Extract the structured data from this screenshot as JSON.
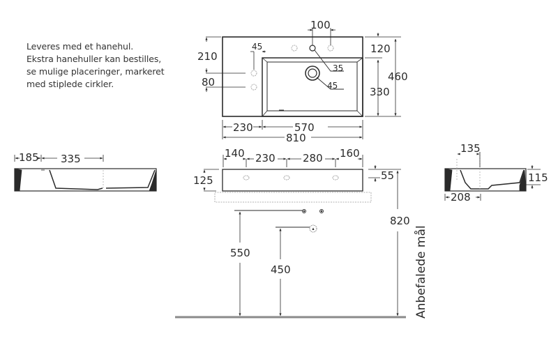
{
  "note": {
    "lines": [
      "Leveres med et hanehul.",
      "Ekstra hanehuller kan bestilles,",
      "se mulige placeringer, markeret",
      "med stiplede cirkler."
    ]
  },
  "top_view": {
    "dims": {
      "tap_spacing": "100",
      "side_hole_offset": "45",
      "height_to_side_hole": "210",
      "side_hole_spacing": "80",
      "tap_hole_dia": "35",
      "drain_dia": "45",
      "rim_depth": "120",
      "basin_depth": "330",
      "total_depth": "460",
      "shelf_width": "230",
      "basin_width": "570",
      "total_width": "810"
    }
  },
  "side_view_left": {
    "dims": {
      "rim_offset": "185",
      "drain_offset": "335"
    }
  },
  "front_view": {
    "dims": {
      "hole1_offset": "140",
      "hole_spacing_1": "230",
      "hole_spacing_2": "280",
      "hole3_offset": "160",
      "height": "125",
      "overflow_height": "55",
      "recommended_height": "820",
      "water_supply_height": "550",
      "drain_height": "450"
    },
    "recommended_label": "Anbefalede mål"
  },
  "side_view_right": {
    "dims": {
      "drain_offset": "135",
      "depth": "115",
      "width": "208"
    }
  }
}
